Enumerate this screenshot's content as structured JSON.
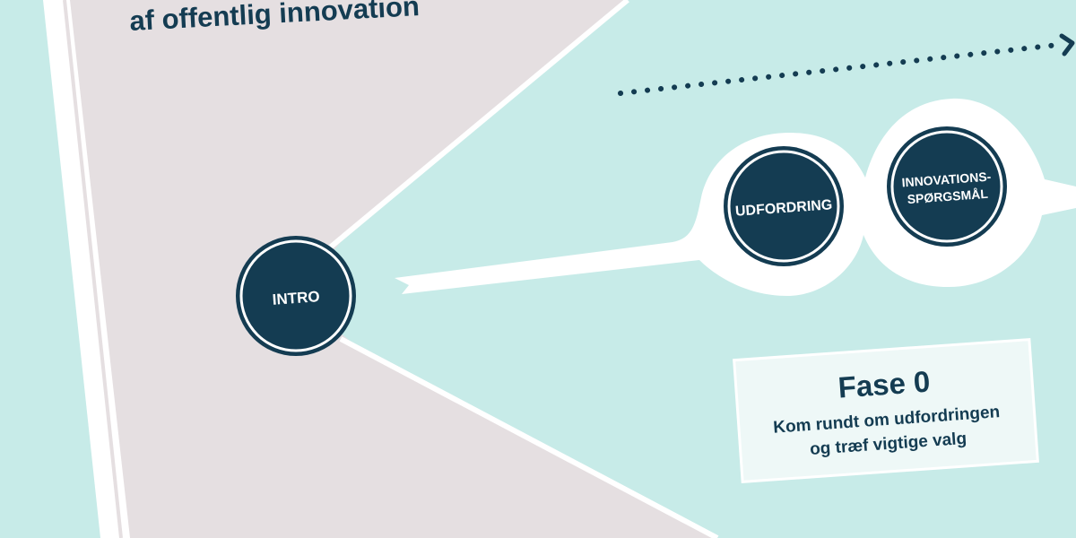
{
  "title_fragment": "af offentlig innovation",
  "nodes": {
    "intro": "INTRO",
    "udfordring": "UDFORDRING",
    "innovation_line1": "INNOVATIONS-",
    "innovation_line2": "SPØRGSMÅL"
  },
  "phase_card": {
    "title": "Fase 0",
    "line1": "Kom rundt om udfordringen",
    "line2": "og træf vigtige valg"
  },
  "colors": {
    "teal_background": "#c7ebe8",
    "mauve_panel": "#e5dfe1",
    "navy": "#143c52",
    "white": "#ffffff",
    "card_background": "#eef8f7"
  }
}
